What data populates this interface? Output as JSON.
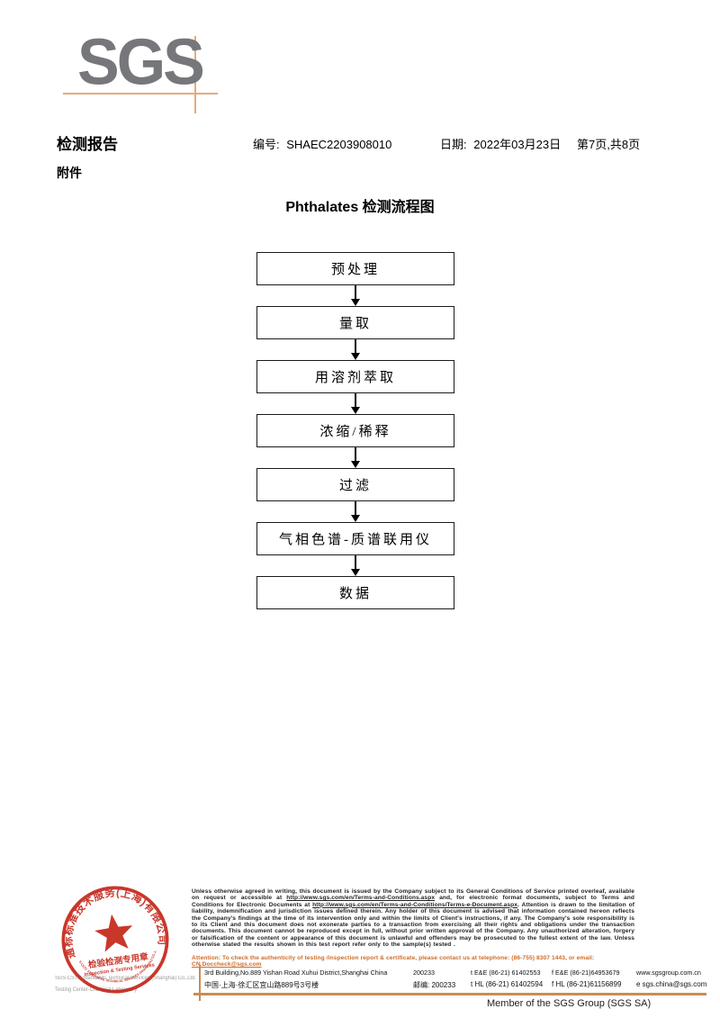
{
  "logo": {
    "text": "SGS"
  },
  "header": {
    "report_title": "检测报告",
    "no_label": "编号:",
    "no_value": "SHAEC2203908010",
    "date_label": "日期:",
    "date_value": "2022年03月23日",
    "page_info": "第7页,共8页",
    "attachment_label": "附件"
  },
  "flowchart": {
    "title": "Phthalates 检测流程图",
    "steps": [
      "预处理",
      "量取",
      "用溶剂萃取",
      "浓缩/稀释",
      "过滤",
      "气相色谱-质谱联用仪",
      "数据"
    ]
  },
  "stamp": {
    "arc_top": "通标标准技术服务(上海)有限公司",
    "arc_bottom": "SGS-CSTC STANDARDS TECHNICAL SERVICES (SHANGHAI) CO.,LTD.",
    "seal_line_cn": "检验检测专用章",
    "seal_line_en": "Inspection & Testing Services"
  },
  "company": {
    "line1": "SGS-CSTC Standards Technical Services (Shanghai) Co.,Ltd.",
    "line2": "Testing Center-Chemical Laboratory"
  },
  "footer": {
    "disclaimer_segments": [
      {
        "text": "Unless otherwise agreed in writing, this document is issued by the Company subject to its General Conditions of Service printed overleaf, available on request or accessible at ",
        "link": false
      },
      {
        "text": "http://www.sgs.com/en/Terms-and-Conditions.aspx",
        "link": true
      },
      {
        "text": " and, for electronic format documents, subject to Terms and Conditions for Electronic Documents at ",
        "link": false
      },
      {
        "text": "http://www.sgs.com/en/Terms-and-Conditions/Terms-e-Document.aspx",
        "link": true
      },
      {
        "text": ". Attention is drawn to the limitation of liability, indemnification and jurisdiction issues defined therein. Any holder of this document is advised that information contained hereon reflects the Company's findings at the time of its intervention only and within the limits of Client's instructions, if any. The Company's sole responsibility is to its Client and this document does not exonerate parties to a transaction from exercising all their rights and obligations under the transaction documents. This document cannot be reproduced except in full, without prior written approval of the Company. Any unauthorized alteration, forgery or falsification of the content or appearance of this document is unlawful and offenders may be prosecuted to the fullest extent of the law. Unless otherwise stated the results shown in this test report refer only to the sample(s) tested .",
        "link": false
      }
    ],
    "attention_segments": [
      {
        "text": "Attention: To check the authenticity of testing /inspection report & certificate, please contact us at telephone: (86-755) 8307 1443, or email: ",
        "link": false
      },
      {
        "text": "CN.Doccheck@sgs.com",
        "link": true
      }
    ],
    "address_rows": [
      [
        "3rd Building,No.889 Yishan Road Xuhui District,Shanghai China",
        "200233",
        "t E&E (86-21) 61402553",
        "f E&E (86-21)64953679",
        "www.sgsgroup.com.cn"
      ],
      [
        "中国·上海·徐汇区宜山路889号3号楼",
        "邮编: 200233",
        "t HL (86-21) 61402594",
        "f HL (86-21)61156899",
        "e sgs.china@sgs.com"
      ]
    ],
    "member": "Member of the SGS Group (SGS SA)"
  },
  "colors": {
    "accent_orange": "#cd6b28",
    "line_tan": "#e5ab7c",
    "stamp_red": "#c5281c",
    "logo_gray": "#76777a"
  }
}
